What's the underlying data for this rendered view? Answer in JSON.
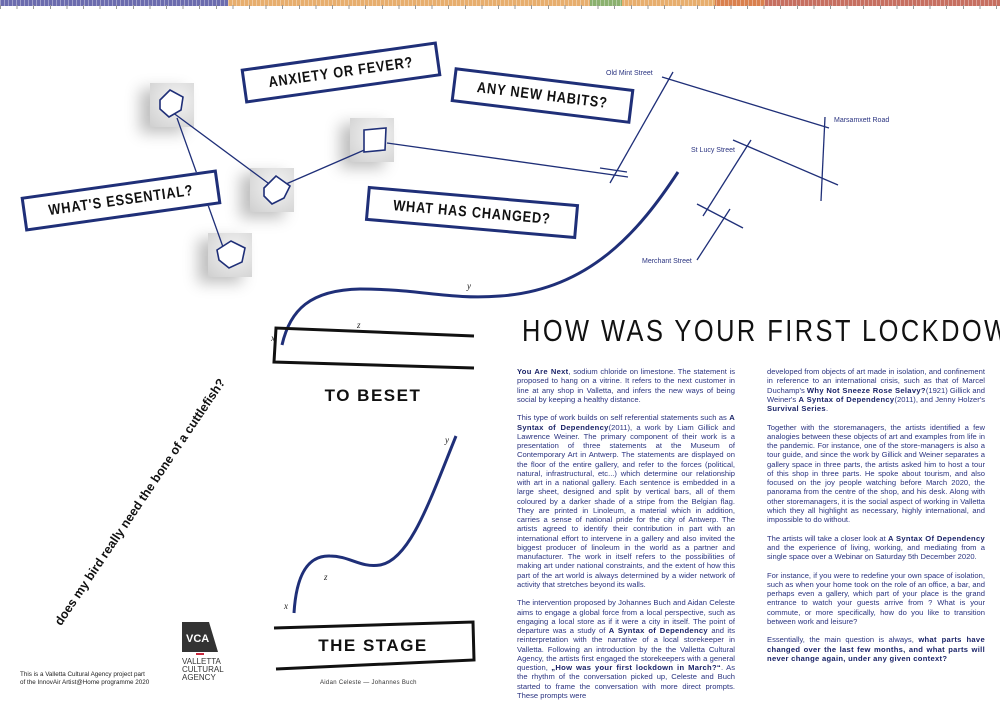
{
  "top_strip": {
    "colors": [
      "#6c6cae",
      "#e7ae6e",
      "#8bb16f",
      "#d9804e",
      "#c66f61"
    ]
  },
  "questions": {
    "anxiety": "ANXIETY OR FEVER?",
    "habits": "ANY NEW HABITS?",
    "essential": "WHAT'S ESSENTIAL?",
    "changed": "WHAT HAS CHANGED?"
  },
  "streets": {
    "old_mint": "Old Mint Street",
    "marsamxett": "Marsamxett Road",
    "st_lucy": "St Lucy Street",
    "merchant": "Merchant Street"
  },
  "axes": {
    "x": "x",
    "y": "y",
    "z": "z"
  },
  "boxes": {
    "beset": "TO BESET",
    "stage": "THE STAGE"
  },
  "title": "HOW WAS YOUR FIRST LOCKDOWN?",
  "vertical_text": "does my bird really need the bone of a cuttlefish?",
  "authors": "Aidan Celeste — Johannes Buch",
  "credit": {
    "line1": "This is a Valletta Cultural Agency project part",
    "line2": "of the InnovAir Artist@Home programme 2020"
  },
  "logo": {
    "mark": "VCA",
    "name1": "VALLETTA",
    "name2": "CULTURAL",
    "name3": "AGENCY"
  },
  "col1": {
    "p1_b": "You Are Next",
    "p1": ", sodium chloride on limestone. The statement is proposed to hang on a vitrine. It refers to the next customer in line at any shop in Valletta, and infers the new ways of being social by keeping a healthy distance.",
    "p2_a": "This type of work builds on self referential statements such as ",
    "p2_b": "A Syntax of Dependency",
    "p2_c": "(2011), a work by Liam Gillick and Lawrence Weiner. The primary component of their work is a presentation of three statements at the Museum of Contemporary Art in Antwerp. The statements are displayed on the floor of the entire gallery, and refer to the forces (political, natural, infrastructural, etc...) which determine our relationship with art in a national gallery. Each sentence is embedded in a large sheet, designed and split by vertical bars, all of them coloured by a darker shade of a stripe from the Belgian flag. They are printed in Linoleum, a material which in addition, carries a sense of national pride for the city of Antwerp. The artists agreed to identify their contribution in part with an international effort to intervene in a gallery and also invited the biggest producer of linoleum in the world as a partner and manufacturer. The work in itself refers to the possibilities of making art under national constraints, and the extent of how this part of the art world is always determined by a wider network of activity that stretches beyond its walls.",
    "p3_a": "The intervention proposed by Johannes Buch and Aidan Celeste aims to engage a global force from a local perspective, such as engaging a local store as if it were a city in itself. The point of departure was a study of ",
    "p3_b": "A Syntax of Dependency",
    "p3_c": " and its reinterpretation with the narrative of a local storekeeper in Valletta. Following an introduction by the the Valletta Cultural Agency, the artists first engaged the storekeepers with a general question, ",
    "p3_d": "„How was your first lockdown in March?“",
    "p3_e": ". As the rhythm of the conversation picked up, Celeste and Buch started to frame the conversation with more direct prompts. These prompts were"
  },
  "col2": {
    "p1_a": "developed from objects of art made in isolation, and confinement in reference to an international crisis, such as that of Marcel Duchamp's ",
    "p1_b": "Why Not Sneeze Rose Selavy?",
    "p1_c": "(1921) Gillick and Weiner's ",
    "p1_d": "A Syntax of Dependency",
    "p1_e": "(2011), and Jenny Holzer's ",
    "p1_f": "Survival Series",
    "p1_g": ".",
    "p2": "Together with the storemanagers, the artists identified a few analogies between these objects of art and examples from life in the pandemic. For instance, one of the store-managers is also a tour guide, and since the work by Gillick and Weiner separates a gallery space in three parts, the artists asked him to host a tour of this shop in three parts. He spoke about tourism, and also focused on the joy people watching before March 2020, the panorama from the centre of the shop, and his desk. Along with other storemanagers, it is the social aspect of working in Valletta which they all highlight as necessary, highly international, and impossible to do without.",
    "p3_a": "The artists will take a closer look at ",
    "p3_b": "A Syntax Of Dependency",
    "p3_c": " and the experience of living, working, and mediating from a single space over a Webinar on Saturday 5th December 2020.",
    "p4": "For instance, if you were to redefine your own space of isolation, such as when your home took on the role of an office, a bar, and perhaps even a gallery, which part of your place is the grand entrance to watch your guests arrive from ? What is your commute, or more specifically, how do you like to transition between work and leisure?",
    "p5_a": "Essentially, the main question is always, ",
    "p5_b": "what parts have changed over the last few months, and what parts will never change again, under any given context?"
  }
}
